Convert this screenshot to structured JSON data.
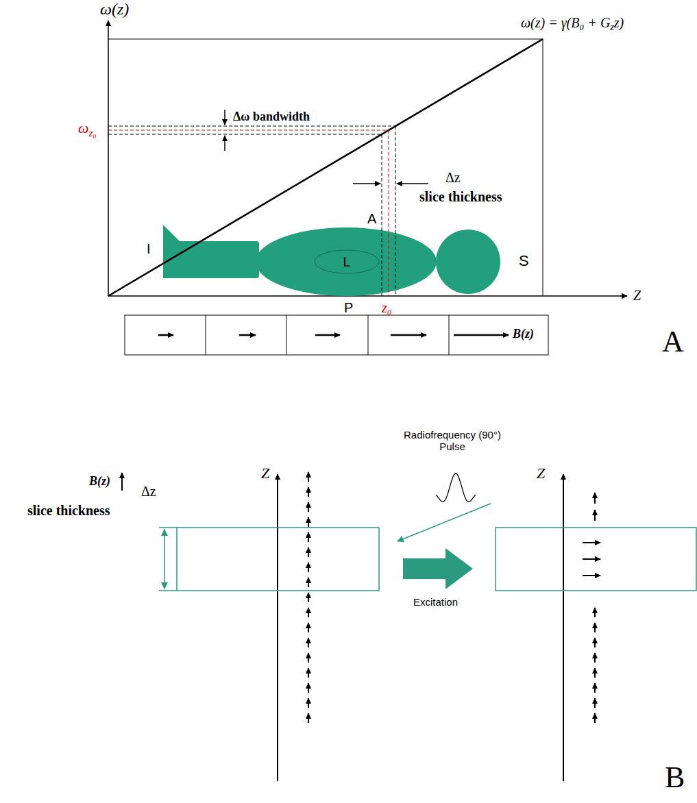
{
  "diagram": {
    "nodes": [
      {
        "text": [
          "L"
        ]
      }
    ],
    "labels": [
      "ω(z)",
      "ω(z) = γ(B₀ + G",
      "z",
      "z)",
      "Δω bandwidth",
      "ω",
      "z₀",
      "Δz",
      "slice thickness",
      "A",
      "I",
      "S",
      "P",
      "z₀",
      "Z",
      "B(z)",
      "A",
      "B(z)",
      "Z",
      "Δz",
      "slice thickness",
      "Radiofrequency (90°) Pulse",
      "Excitation",
      "Z",
      "B"
    ]
  }
}
